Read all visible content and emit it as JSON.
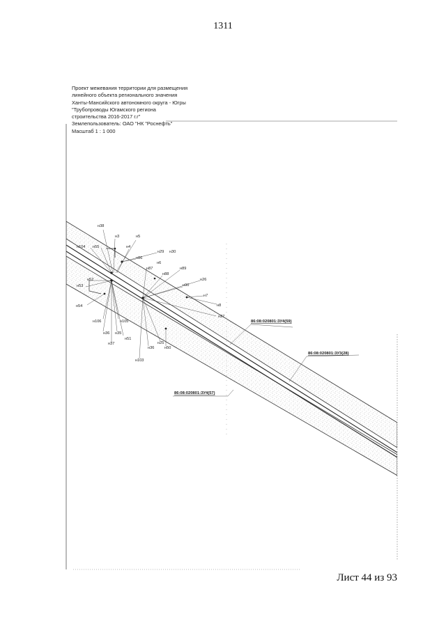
{
  "page_number": "1311",
  "title_lines": [
    "Проект межевания территории для размещения",
    "линейного объекта регионального значения",
    "Ханты-Мансийского автономного округа - Югры",
    "\"Трубопроводы Югамского региона",
    "строительства 2016-2017 г.г\"",
    "Землепользователь: ОАО \"НК \"Роснефть\"",
    "Масштаб 1 : 1 000"
  ],
  "sheet_label": "Лист 44 из 93",
  "point_labels": [
    "н38",
    "н3",
    "н5",
    "н4",
    "н104",
    "н55",
    "н29",
    "н30",
    "н86",
    "н6",
    "н87",
    "н89",
    "н88",
    "н26",
    "н90",
    "н7",
    "н8",
    "н52",
    "н53",
    "н54",
    "н27",
    "н106",
    "н105",
    "н51",
    "н36",
    "н35",
    "н37",
    "н25",
    "н50",
    "н103"
  ],
  "parcel_labels": [
    "86:08:020801:ЗУ4(59)",
    "86:08:020801:ЗУ3(28)",
    "86:08:020801:ЗУ4(57)"
  ],
  "colors": {
    "line": "#333333",
    "stipple": "#9a9a9a",
    "frame": "#555555"
  }
}
